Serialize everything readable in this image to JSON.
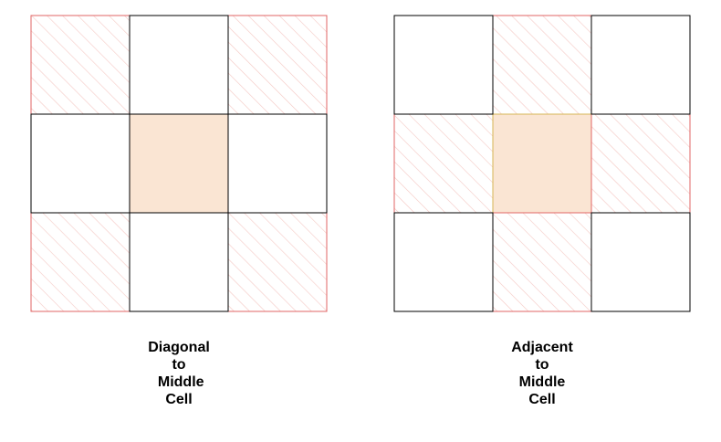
{
  "colors": {
    "hatch_border": "#e06666",
    "hatch_stroke": "#f4c7c3",
    "middle_fill": "#fae5d3",
    "middle_border": "#d6b656",
    "plain_border": "#000000",
    "plain_fill": "#ffffff"
  },
  "grids": [
    {
      "name": "diagonal-grid",
      "pattern": [
        [
          "hatched",
          "plain",
          "hatched"
        ],
        [
          "plain",
          "middle",
          "plain"
        ],
        [
          "hatched",
          "plain",
          "hatched"
        ]
      ],
      "caption_lines": [
        "Diagonal",
        "to",
        " Middle",
        "Cell"
      ]
    },
    {
      "name": "adjacent-grid",
      "pattern": [
        [
          "plain",
          "hatched",
          "plain"
        ],
        [
          "hatched",
          "middle",
          "hatched"
        ],
        [
          "plain",
          "hatched",
          "plain"
        ]
      ],
      "caption_lines": [
        "Adjacent",
        "to",
        "Middle",
        "Cell"
      ]
    }
  ]
}
